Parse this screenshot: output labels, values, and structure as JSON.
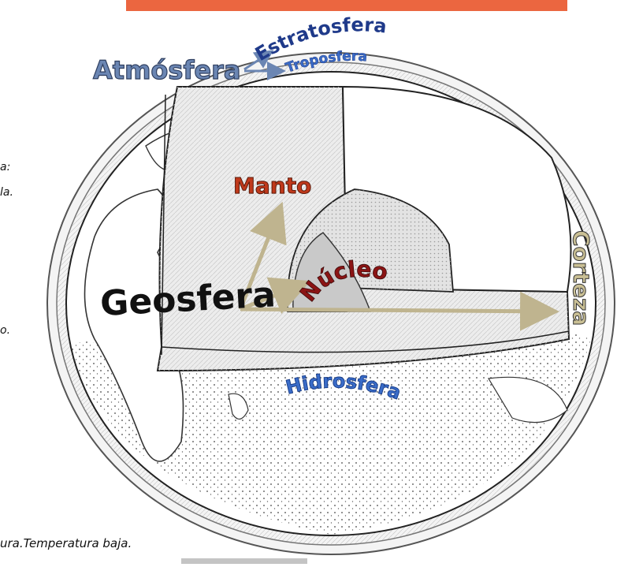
{
  "labels": {
    "atmosfera": "Atmósfera",
    "estratosfera": "Estratosfera",
    "troposfera": "Troposfera",
    "manto": "Manto",
    "nucleo": "Núcleo",
    "geosfera": "Geosfera",
    "corteza": "Corteza",
    "hidrosfera": "Hidrosfera"
  },
  "side_text": {
    "line1": "a:",
    "line2": "la.",
    "line3": "o.",
    "line4": "ura.Temperatura baja."
  },
  "colors": {
    "atmosfera": "#6b86b3",
    "capas": "#1f3a8a",
    "manto": "#c0391b",
    "nucleo": "#8b1414",
    "geosfera": "#111111",
    "corteza": "#c9bf94",
    "hidrosfera": "#2e5db0",
    "arrow_tan": "#bfb48f",
    "title_red": "#e84b1f"
  }
}
